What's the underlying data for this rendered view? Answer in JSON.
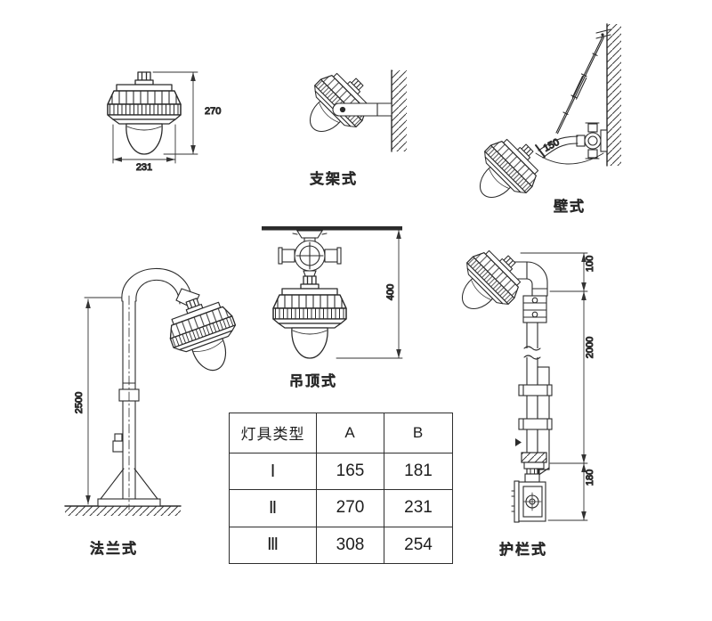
{
  "diagrams": {
    "front_view": {
      "height_dim": "270",
      "width_dim": "231"
    },
    "bracket": {
      "label": "支架式"
    },
    "wall_mount": {
      "label": "壁式",
      "angle_dim": "150"
    },
    "ceiling": {
      "label": "吊顶式",
      "height_dim": "400"
    },
    "flange": {
      "label": "法兰式",
      "height_dim": "2500"
    },
    "guardrail": {
      "label": "护栏式",
      "top_dim": "100",
      "middle_dim": "2000",
      "bottom_dim": "180"
    }
  },
  "spec_table": {
    "headers": [
      "灯具类型",
      "A",
      "B"
    ],
    "rows": [
      {
        "type": "Ⅰ",
        "a": "165",
        "b": "181"
      },
      {
        "type": "Ⅱ",
        "a": "270",
        "b": "231"
      },
      {
        "type": "Ⅲ",
        "a": "308",
        "b": "254"
      }
    ]
  }
}
